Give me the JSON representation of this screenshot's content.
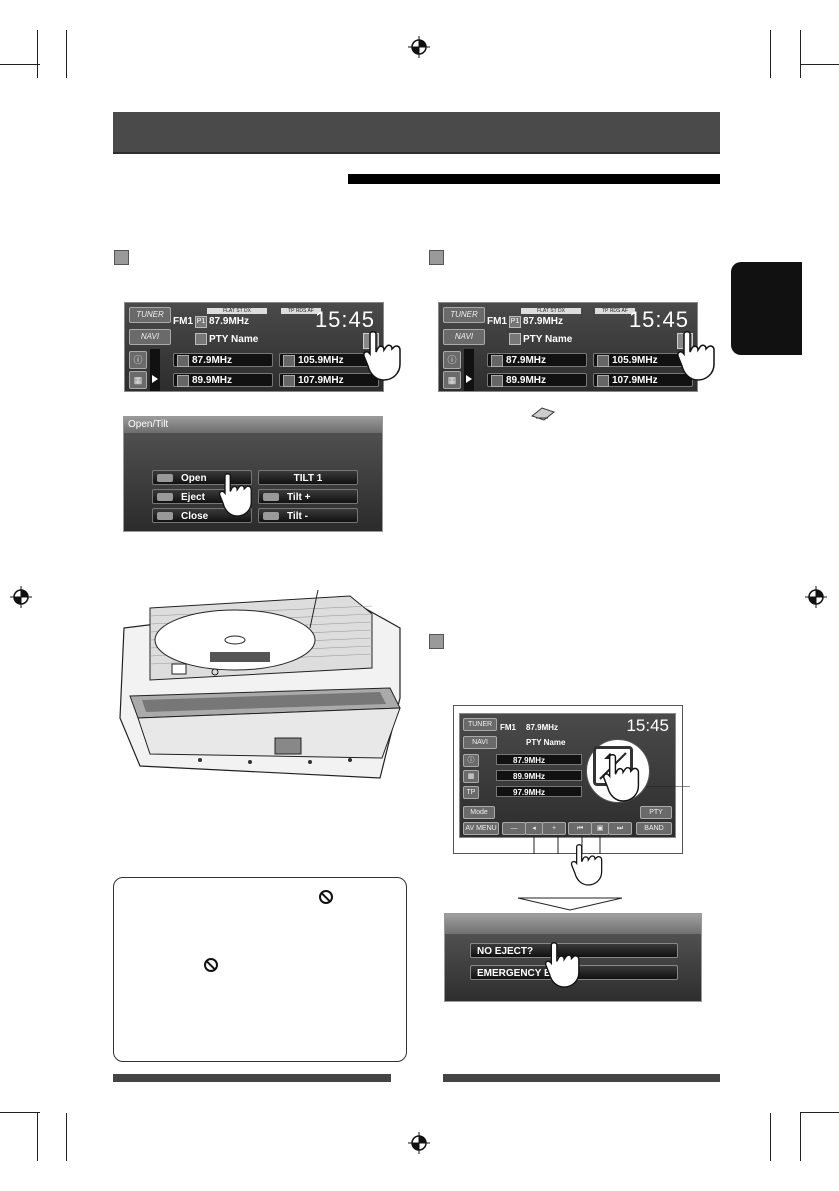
{
  "tuner": {
    "tuner_btn": "TUNER",
    "navi_btn": "NAVI",
    "band": "FM1",
    "preset_chip": "P1",
    "frequency": "87.9MHz",
    "pty_name": "PTY Name",
    "clock": "15:45",
    "indicators": [
      "FLAT",
      "ST",
      "DX"
    ],
    "indicators_right": "TP RDS AF",
    "presets": [
      "87.9MHz",
      "105.9MHz",
      "89.9MHz",
      "107.9MHz"
    ]
  },
  "opentilt": {
    "title": "Open/Tilt",
    "open": "Open",
    "eject": "Eject",
    "close": "Close",
    "tilt_value": "TILT 1",
    "tilt_plus": "Tilt +",
    "tilt_minus": "Tilt -"
  },
  "bigscreen": {
    "tuner_btn": "TUNER",
    "navi_btn": "NAVI",
    "tp_btn": "TP",
    "band": "FM1",
    "frequency": "87.9MHz",
    "pty_name": "PTY Name",
    "clock": "15:45",
    "presets": [
      "87.9MHz",
      "89.9MHz",
      "97.9MHz"
    ],
    "mode_btn": "Mode",
    "pty_btn": "PTY",
    "av_menu": "AV MENU",
    "band_btn": "BAND",
    "minus": "—",
    "plus": "+"
  },
  "confirm": {
    "no_eject": "NO EJECT?",
    "emergency": "EMERGENCY EJECT"
  },
  "colors": {
    "header_band": "#4a4a4a",
    "screen_bg": "#3b3b3b",
    "step_box": "#9a9a9a"
  }
}
